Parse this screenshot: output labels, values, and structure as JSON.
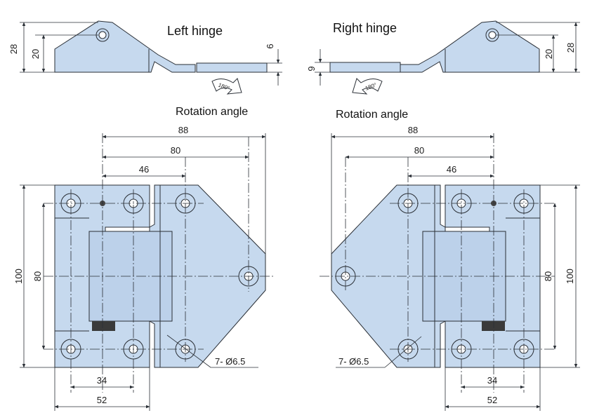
{
  "left": {
    "title": "Left hinge",
    "rotation_label": "Rotation angle",
    "rotation_badge": "180°",
    "side_dims": {
      "outer": "28",
      "inner": "20",
      "thickness": "6"
    },
    "dims": {
      "d88": "88",
      "d80": "80",
      "d46": "46",
      "d100": "100",
      "d80v": "80",
      "d34": "34",
      "d52": "52"
    },
    "holes_note": "7- Ø6.5"
  },
  "right": {
    "title": "Right hinge",
    "rotation_label": "Rotation angle",
    "rotation_badge": "180°",
    "side_dims": {
      "outer": "28",
      "inner": "20",
      "thickness": "9"
    },
    "dims": {
      "d88": "88",
      "d80": "80",
      "d46": "46",
      "d100": "100",
      "d80v": "80",
      "d34": "34",
      "d52": "52"
    },
    "holes_note": "7- Ø6.5"
  },
  "colors": {
    "part_fill": "#c6d9ee",
    "line": "#2a2f36"
  }
}
